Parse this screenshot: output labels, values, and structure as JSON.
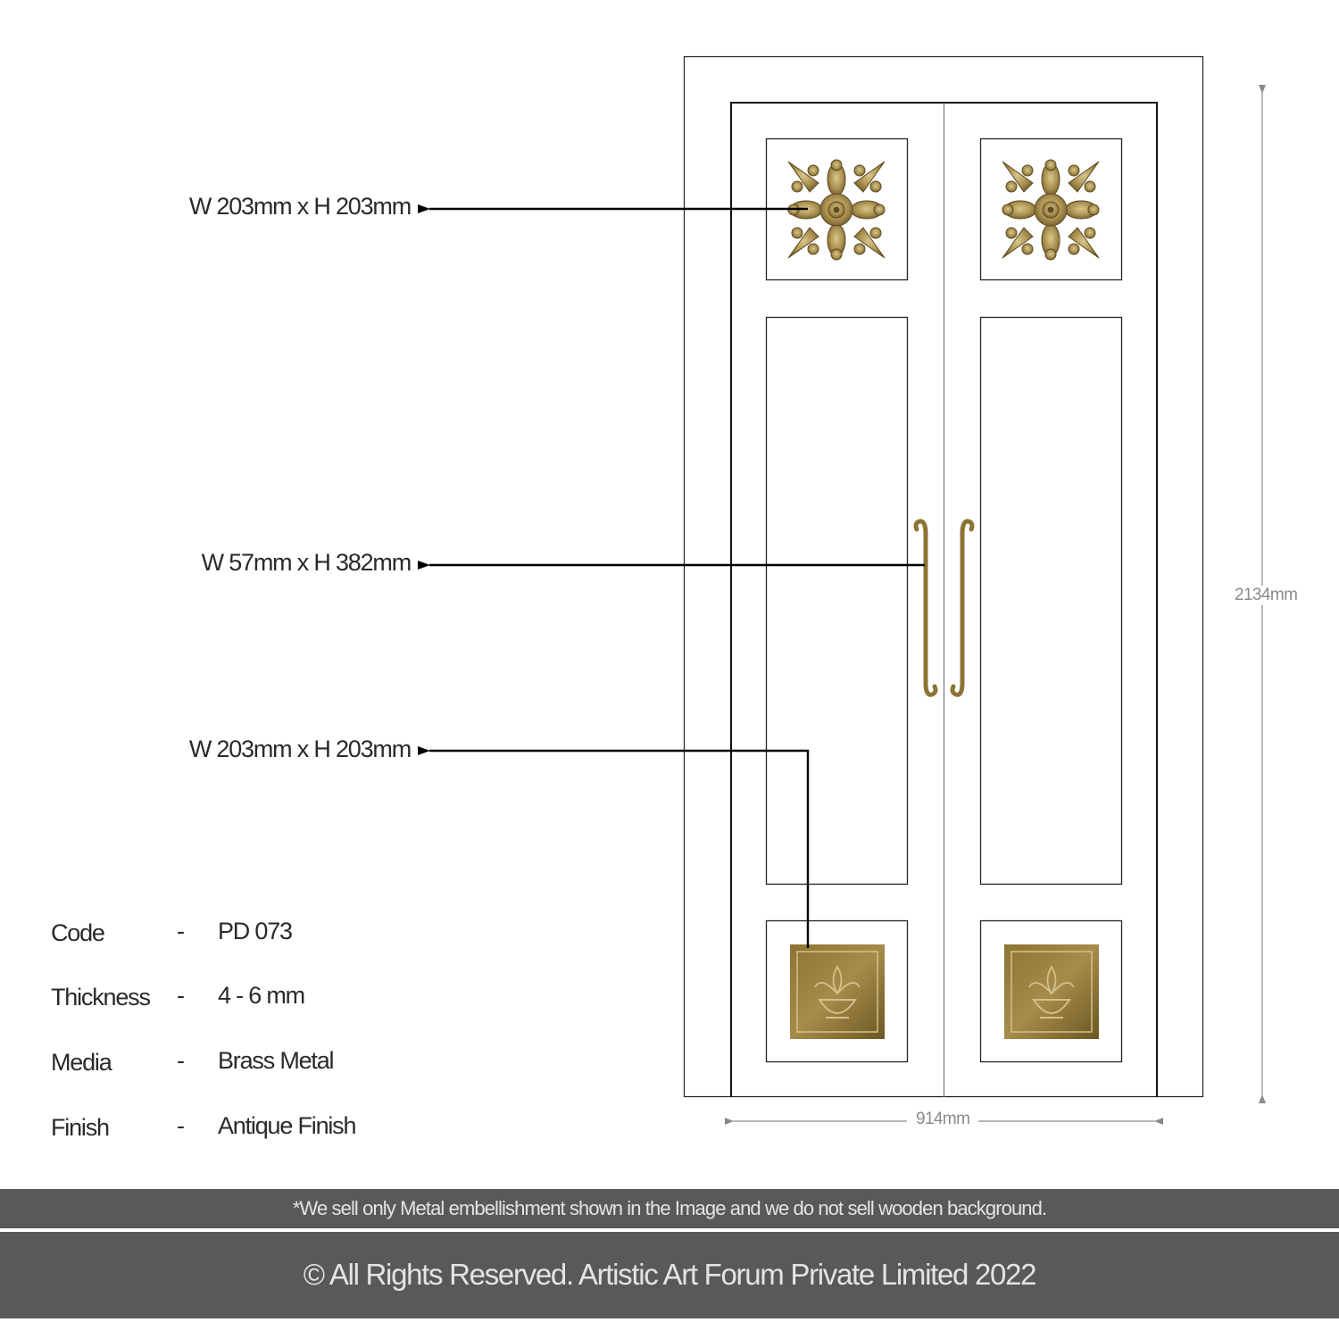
{
  "callouts": [
    {
      "label": "W 203mm x H 203mm"
    },
    {
      "label": "W 57mm x H 382mm"
    },
    {
      "label": "W 203mm x H 203mm"
    }
  ],
  "dimensions": {
    "height": "2134mm",
    "width": "914mm"
  },
  "specs": [
    {
      "key": "Code",
      "sep": "-",
      "value": "PD 073"
    },
    {
      "key": "Thickness",
      "sep": "-",
      "value": "4 - 6 mm"
    },
    {
      "key": "Media",
      "sep": "-",
      "value": "Brass Metal"
    },
    {
      "key": "Finish",
      "sep": "-",
      "value": "Antique Finish"
    }
  ],
  "footer": {
    "disclaimer": "*We sell only Metal embellishment shown in the Image and we do not sell wooden background.",
    "copyright": "© All Rights Reserved. Artistic Art Forum Private Limited 2022"
  },
  "colors": {
    "brass": "#a08a4e",
    "footer_bg": "#595959",
    "dim_gray": "#8a8a8a"
  }
}
